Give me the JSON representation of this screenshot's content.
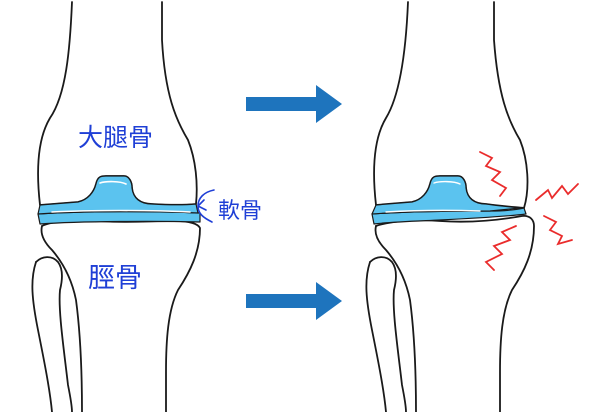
{
  "labels": {
    "femur": "大腿骨",
    "tibia": "脛骨",
    "cartilage": "軟骨"
  },
  "colors": {
    "outline": "#1a1a1a",
    "cartilage": "#5bc3ef",
    "cartilage_light": "#bfe9fb",
    "label_text": "#1f3fd6",
    "arrow": "#1e74bd",
    "pain": "#ea2c2c"
  },
  "icons": [
    "right-arrow-icon",
    "pain-zigzag-icon"
  ]
}
